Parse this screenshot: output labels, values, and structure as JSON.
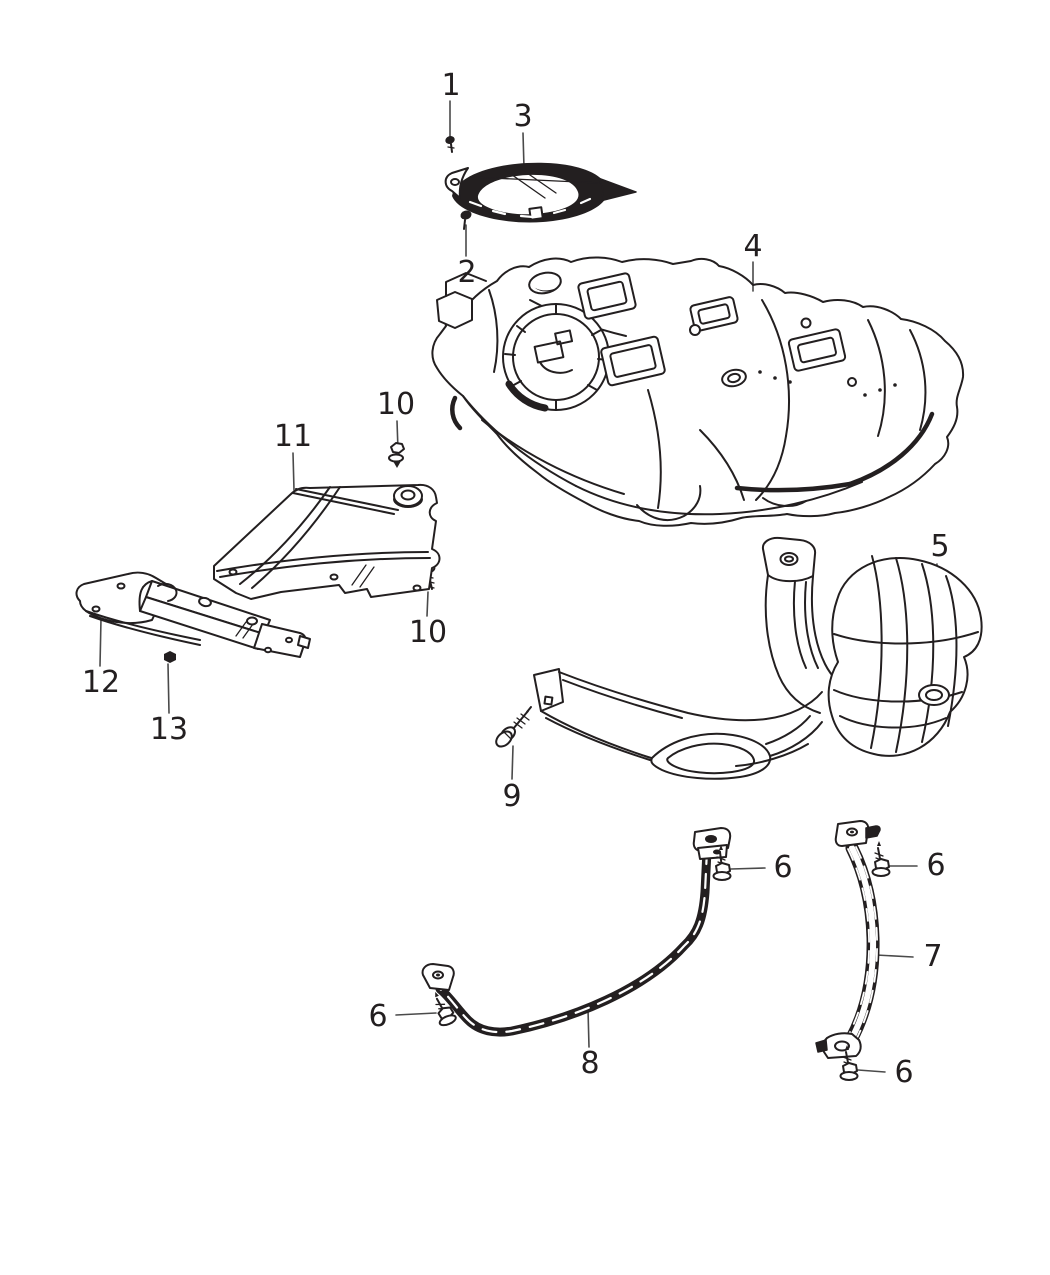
{
  "canvas": {
    "background": "#ffffff",
    "line_color": "#231f20",
    "leader_color": "#4a4a4a"
  },
  "diagram": {
    "type": "exploded-parts-line-drawing",
    "subject": "vehicle fuel tank with shields, straps and fasteners"
  },
  "callouts": [
    {
      "label": "1",
      "part": "screw-top"
    },
    {
      "label": "3",
      "part": "lock-ring-seal"
    },
    {
      "label": "2",
      "part": "screw-under-ring"
    },
    {
      "label": "4",
      "part": "fuel-tank"
    },
    {
      "label": "10",
      "part": "shield-screw-upper"
    },
    {
      "label": "11",
      "part": "heat-shield-left"
    },
    {
      "label": "10",
      "part": "shield-screw-lower"
    },
    {
      "label": "12",
      "part": "skid-plate"
    },
    {
      "label": "13",
      "part": "nut"
    },
    {
      "label": "5",
      "part": "heat-shield-right"
    },
    {
      "label": "9",
      "part": "shield-bolt"
    },
    {
      "label": "6",
      "part": "strap-bolt-left-upper"
    },
    {
      "label": "6",
      "part": "strap-bolt-right-upper"
    },
    {
      "label": "7",
      "part": "fuel-tank-strap-right"
    },
    {
      "label": "6",
      "part": "strap-bolt-left-lower"
    },
    {
      "label": "8",
      "part": "fuel-tank-strap-long"
    },
    {
      "label": "6",
      "part": "strap-bolt-right-lower"
    }
  ]
}
